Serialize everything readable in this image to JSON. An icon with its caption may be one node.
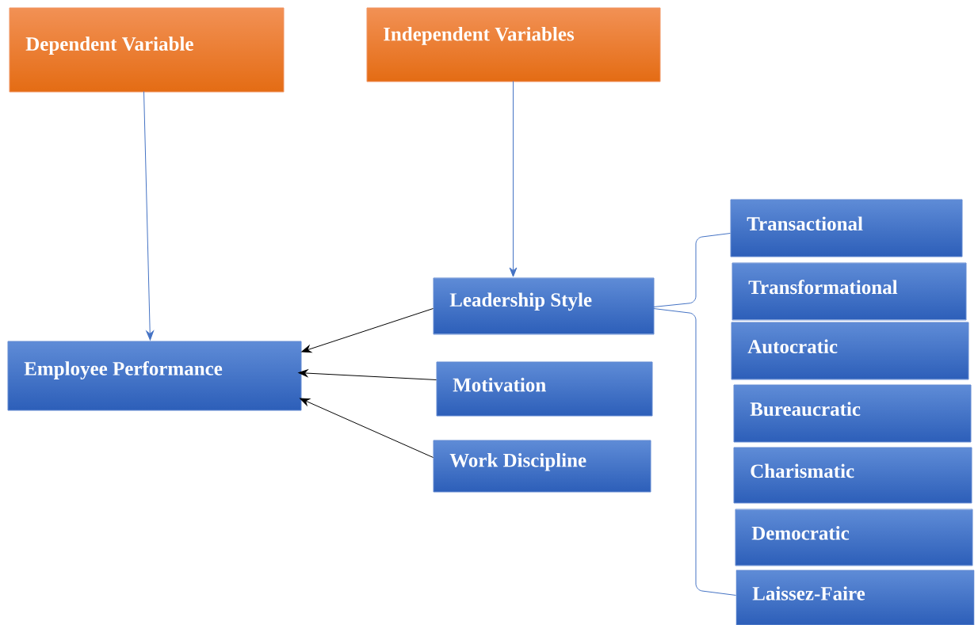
{
  "diagram": {
    "nodes": [
      {
        "text": [
          "Dependent Variable"
        ]
      },
      {
        "text": [
          "Independent Variables"
        ]
      },
      {
        "text": [
          "Employee Performance"
        ]
      },
      {
        "text": [
          "Leadership Style"
        ]
      },
      {
        "text": [
          "Motivation"
        ]
      },
      {
        "text": [
          "Work Discipline"
        ]
      },
      {
        "text": [
          "Transactional"
        ]
      },
      {
        "text": [
          "Transformational"
        ]
      },
      {
        "text": [
          "Autocratic"
        ]
      },
      {
        "text": [
          "Bureaucratic"
        ]
      },
      {
        "text": [
          "Charismatic"
        ]
      },
      {
        "text": [
          "Democratic"
        ]
      },
      {
        "text": [
          "Laissez-Faire"
        ]
      }
    ],
    "edges": [
      {
        "from": 0,
        "to": 2,
        "arrow": "to"
      },
      {
        "from": 1,
        "to": 3,
        "arrow": "to"
      },
      {
        "from": 3,
        "to": 2,
        "arrow": "to",
        "color": "#000000"
      },
      {
        "from": 4,
        "to": 2,
        "arrow": "to",
        "color": "#000000"
      },
      {
        "from": 5,
        "to": 2,
        "arrow": "to",
        "color": "#000000"
      },
      {
        "from": 3,
        "to": 6,
        "arrow": "none"
      },
      {
        "from": 3,
        "to": 12,
        "arrow": "none"
      }
    ]
  }
}
